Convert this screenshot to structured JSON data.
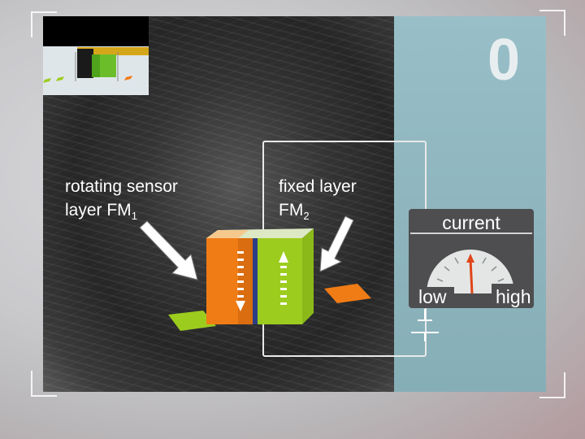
{
  "slide": {
    "counter": "0"
  },
  "labels": {
    "left": {
      "line1": "rotating sensor",
      "line2_text": "layer FM",
      "line2_sub": "1"
    },
    "right": {
      "line1": "fixed layer",
      "line2_text": "FM",
      "line2_sub": "2"
    }
  },
  "meter": {
    "title": "current",
    "low_label": "low",
    "high_label": "high"
  },
  "colors": {
    "accent_orange": "#f07c16",
    "accent_green": "#9ccc1e",
    "panel_teal": "#8fb6bf",
    "needle": "#e0461a"
  },
  "icons": [
    "arrow-icon",
    "battery-icon",
    "gauge-icon"
  ]
}
